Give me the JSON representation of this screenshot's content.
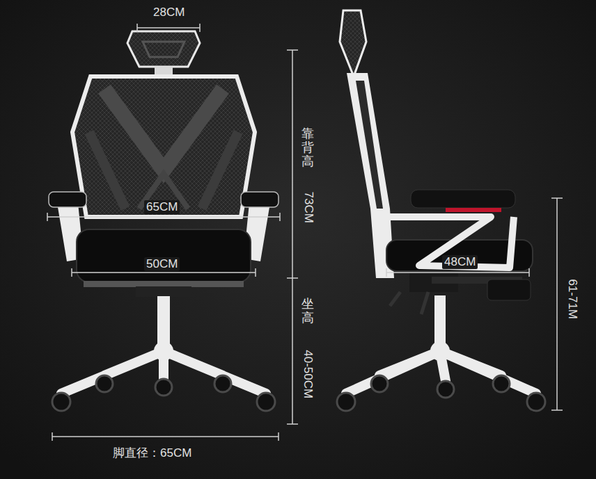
{
  "diagram": {
    "labels": [
      "28CM",
      "靠背高",
      "73CM",
      "65CM",
      "50CM",
      "48CM",
      "坐高",
      "40-50CM",
      "61-71M",
      "脚直径：65CM"
    ]
  }
}
